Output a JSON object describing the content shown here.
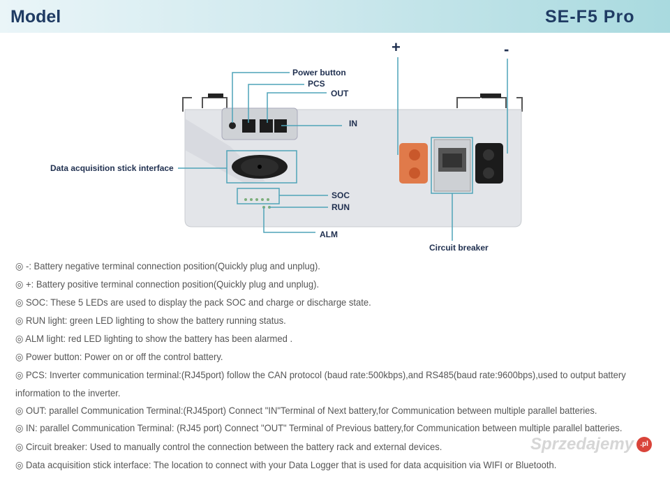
{
  "header": {
    "title": "Model",
    "model": "SE-F5 Pro"
  },
  "diagram": {
    "labels": {
      "plus": "+",
      "minus": "-",
      "power_button": "Power button",
      "pcs": "PCS",
      "out": "OUT",
      "in": "IN",
      "data_stick": "Data acquisition stick interface",
      "soc": "SOC",
      "run": "RUN",
      "alm": "ALM",
      "circuit_breaker": "Circuit breaker"
    },
    "colors": {
      "leader_line": "#4fa3b8",
      "positive_terminal": "#e07a4a",
      "negative_terminal": "#1b1b1b",
      "battery_body": "#e3e5e9"
    }
  },
  "descriptions": [
    "◎ -: Battery negative terminal connection position(Quickly plug and unplug).",
    "◎ +: Battery positive terminal connection position(Quickly plug and unplug).",
    "◎ SOC: These 5 LEDs are used to display the pack SOC and charge or discharge state.",
    "◎ RUN light: green LED lighting to show the battery running status.",
    "◎ ALM light: red LED lighting to show the battery has been alarmed .",
    "◎ Power button: Power on or off the control battery.",
    "◎ PCS: Inverter communication terminal:(RJ45port) follow the CAN protocol (baud rate:500kbps),and RS485(baud rate:9600bps),used to output battery",
    "information to the inverter.",
    "◎ OUT: parallel Communication Terminal:(RJ45port) Connect \"IN\"Terminal of Next battery,for Communication between multiple parallel batteries.",
    "◎ IN: parallel Communication Terminal: (RJ45 port) Connect \"OUT\"   Terminal of Previous battery,for Communication between multiple parallel batteries.",
    "◎ Circuit breaker: Used to manually control the connection between the battery rack and external devices.",
    "◎ Data acquisition stick interface: The location to connect with your Data Logger that is used for data acquisition via WIFI  or Bluetooth."
  ],
  "watermark": {
    "text": "Sprzedajemy",
    "badge": ".pl"
  }
}
